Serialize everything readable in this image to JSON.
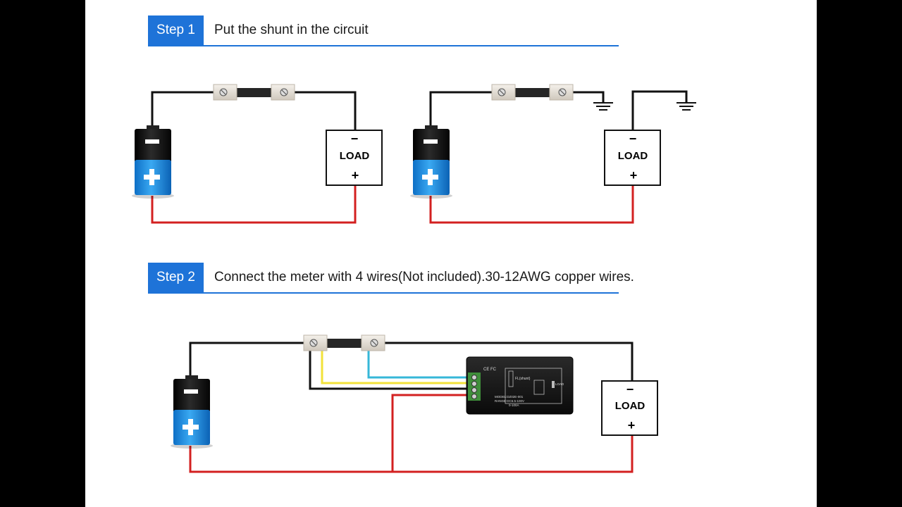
{
  "step1": {
    "badge": "Step 1",
    "text": "Put the shunt in the circuit"
  },
  "step2": {
    "badge": "Step 2",
    "text": "Connect the meter with 4 wires(Not included).30-12AWG copper wires."
  },
  "load": {
    "label": "LOAD",
    "minus": "−",
    "plus": "+"
  },
  "meter": {
    "ce_mark": "CE FC",
    "fl_label": "FL(shunt)",
    "load_label": "LOAD",
    "model": "MODEL:DZ02E-001",
    "range": "RANGE:DC6.5-100V",
    "range2": "0-100A"
  },
  "colors": {
    "accent": "#1e73d8",
    "positive_wire": "#d32020",
    "negative_wire": "#111111",
    "sense_yellow": "#f2e23a",
    "sense_cyan": "#36b7d8",
    "battery_top": "#161616",
    "battery_bottom": "#1e90e6"
  }
}
